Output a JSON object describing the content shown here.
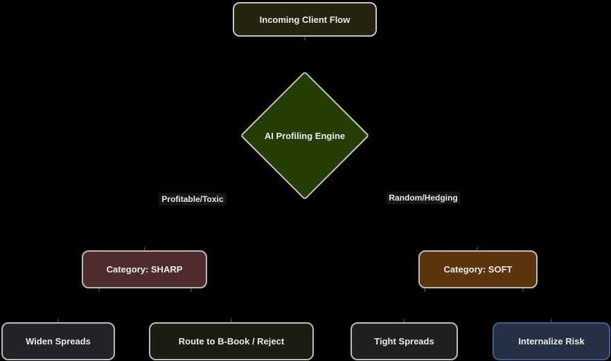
{
  "canvas": {
    "background": "#000000",
    "text_color": "#ececec"
  },
  "nodes": {
    "incoming": {
      "label": "Incoming Client Flow",
      "shape": "rounded-rect",
      "fill": "#262310",
      "border": "#cacaca"
    },
    "engine": {
      "label": "AI Profiling Engine",
      "shape": "diamond",
      "fill": "#233d03",
      "border": "#c6c6c6"
    },
    "sharp": {
      "label": "Category: SHARP",
      "shape": "rounded-rect",
      "fill": "#4f2c2c",
      "border": "#bdbdbd"
    },
    "soft": {
      "label": "Category: SOFT",
      "shape": "rounded-rect",
      "fill": "#5c350c",
      "border": "#bdbdbd"
    },
    "widen": {
      "label": "Widen Spreads",
      "shape": "rounded-rect",
      "fill": "#242428",
      "border": "#bdbdbd"
    },
    "bbook": {
      "label": "Route to B-Book / Reject",
      "shape": "rounded-rect",
      "fill": "#1d1c12",
      "border": "#bdbdbd"
    },
    "tight": {
      "label": "Tight Spreads",
      "shape": "rounded-rect",
      "fill": "#202020",
      "border": "#bdbdbd"
    },
    "internalize": {
      "label": "Internalize Risk",
      "shape": "rounded-rect",
      "fill": "#243044",
      "border": "#3f5f8f"
    }
  },
  "edge_labels": {
    "left": {
      "text": "Profitable/Toxic",
      "bg": "#161616"
    },
    "right": {
      "text": "Random/Hedging",
      "bg": "#161616"
    }
  }
}
